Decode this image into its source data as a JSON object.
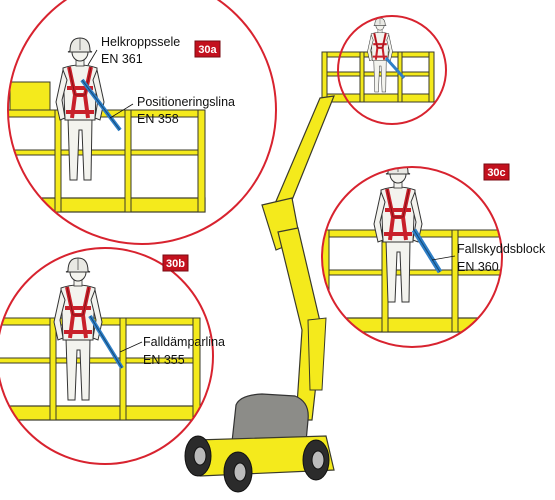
{
  "colors": {
    "circle": "#d8232f",
    "badge": "#c3111e",
    "platform": "#f4ea1c",
    "lanyard": "#2f7fc7",
    "harness": "#c8202a",
    "machine_body": "#8c8c88"
  },
  "callouts": [
    {
      "tag": "30a",
      "lines": [
        "Helkroppssele",
        "EN 361",
        "Positioneringslina",
        "EN 358"
      ]
    },
    {
      "tag": "30b",
      "lines": [
        "Falldämparlina",
        "EN 355"
      ]
    },
    {
      "tag": "30c",
      "lines": [
        "Fallskyddsblock",
        "EN 360"
      ]
    }
  ]
}
